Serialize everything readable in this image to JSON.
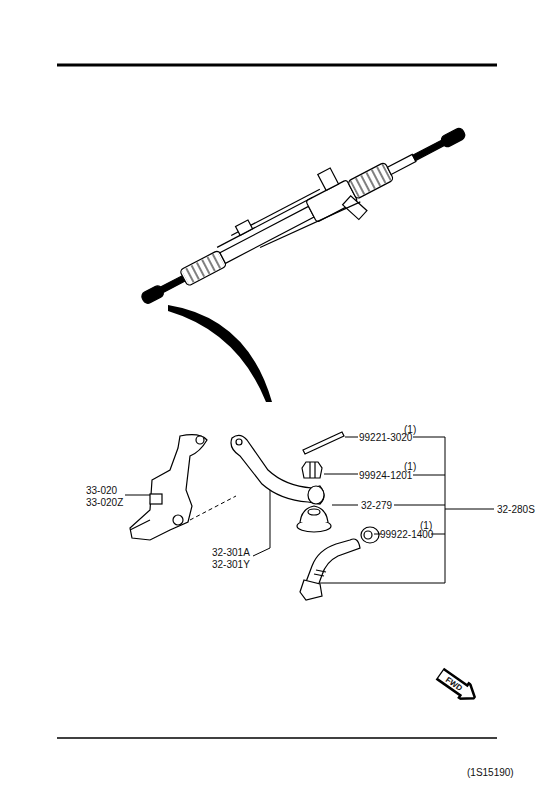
{
  "diagram": {
    "nodes": [
      {
        "text": [
          "FWD"
        ]
      }
    ],
    "labels": [
      "(1)",
      "99221-3020",
      "(1)",
      "99924-1201",
      "32-279",
      "32-280S",
      "33-020",
      "33-020Z",
      "(1)",
      "99922-1400",
      "32-301A",
      "32-301Y",
      "(1S15190)"
    ]
  }
}
